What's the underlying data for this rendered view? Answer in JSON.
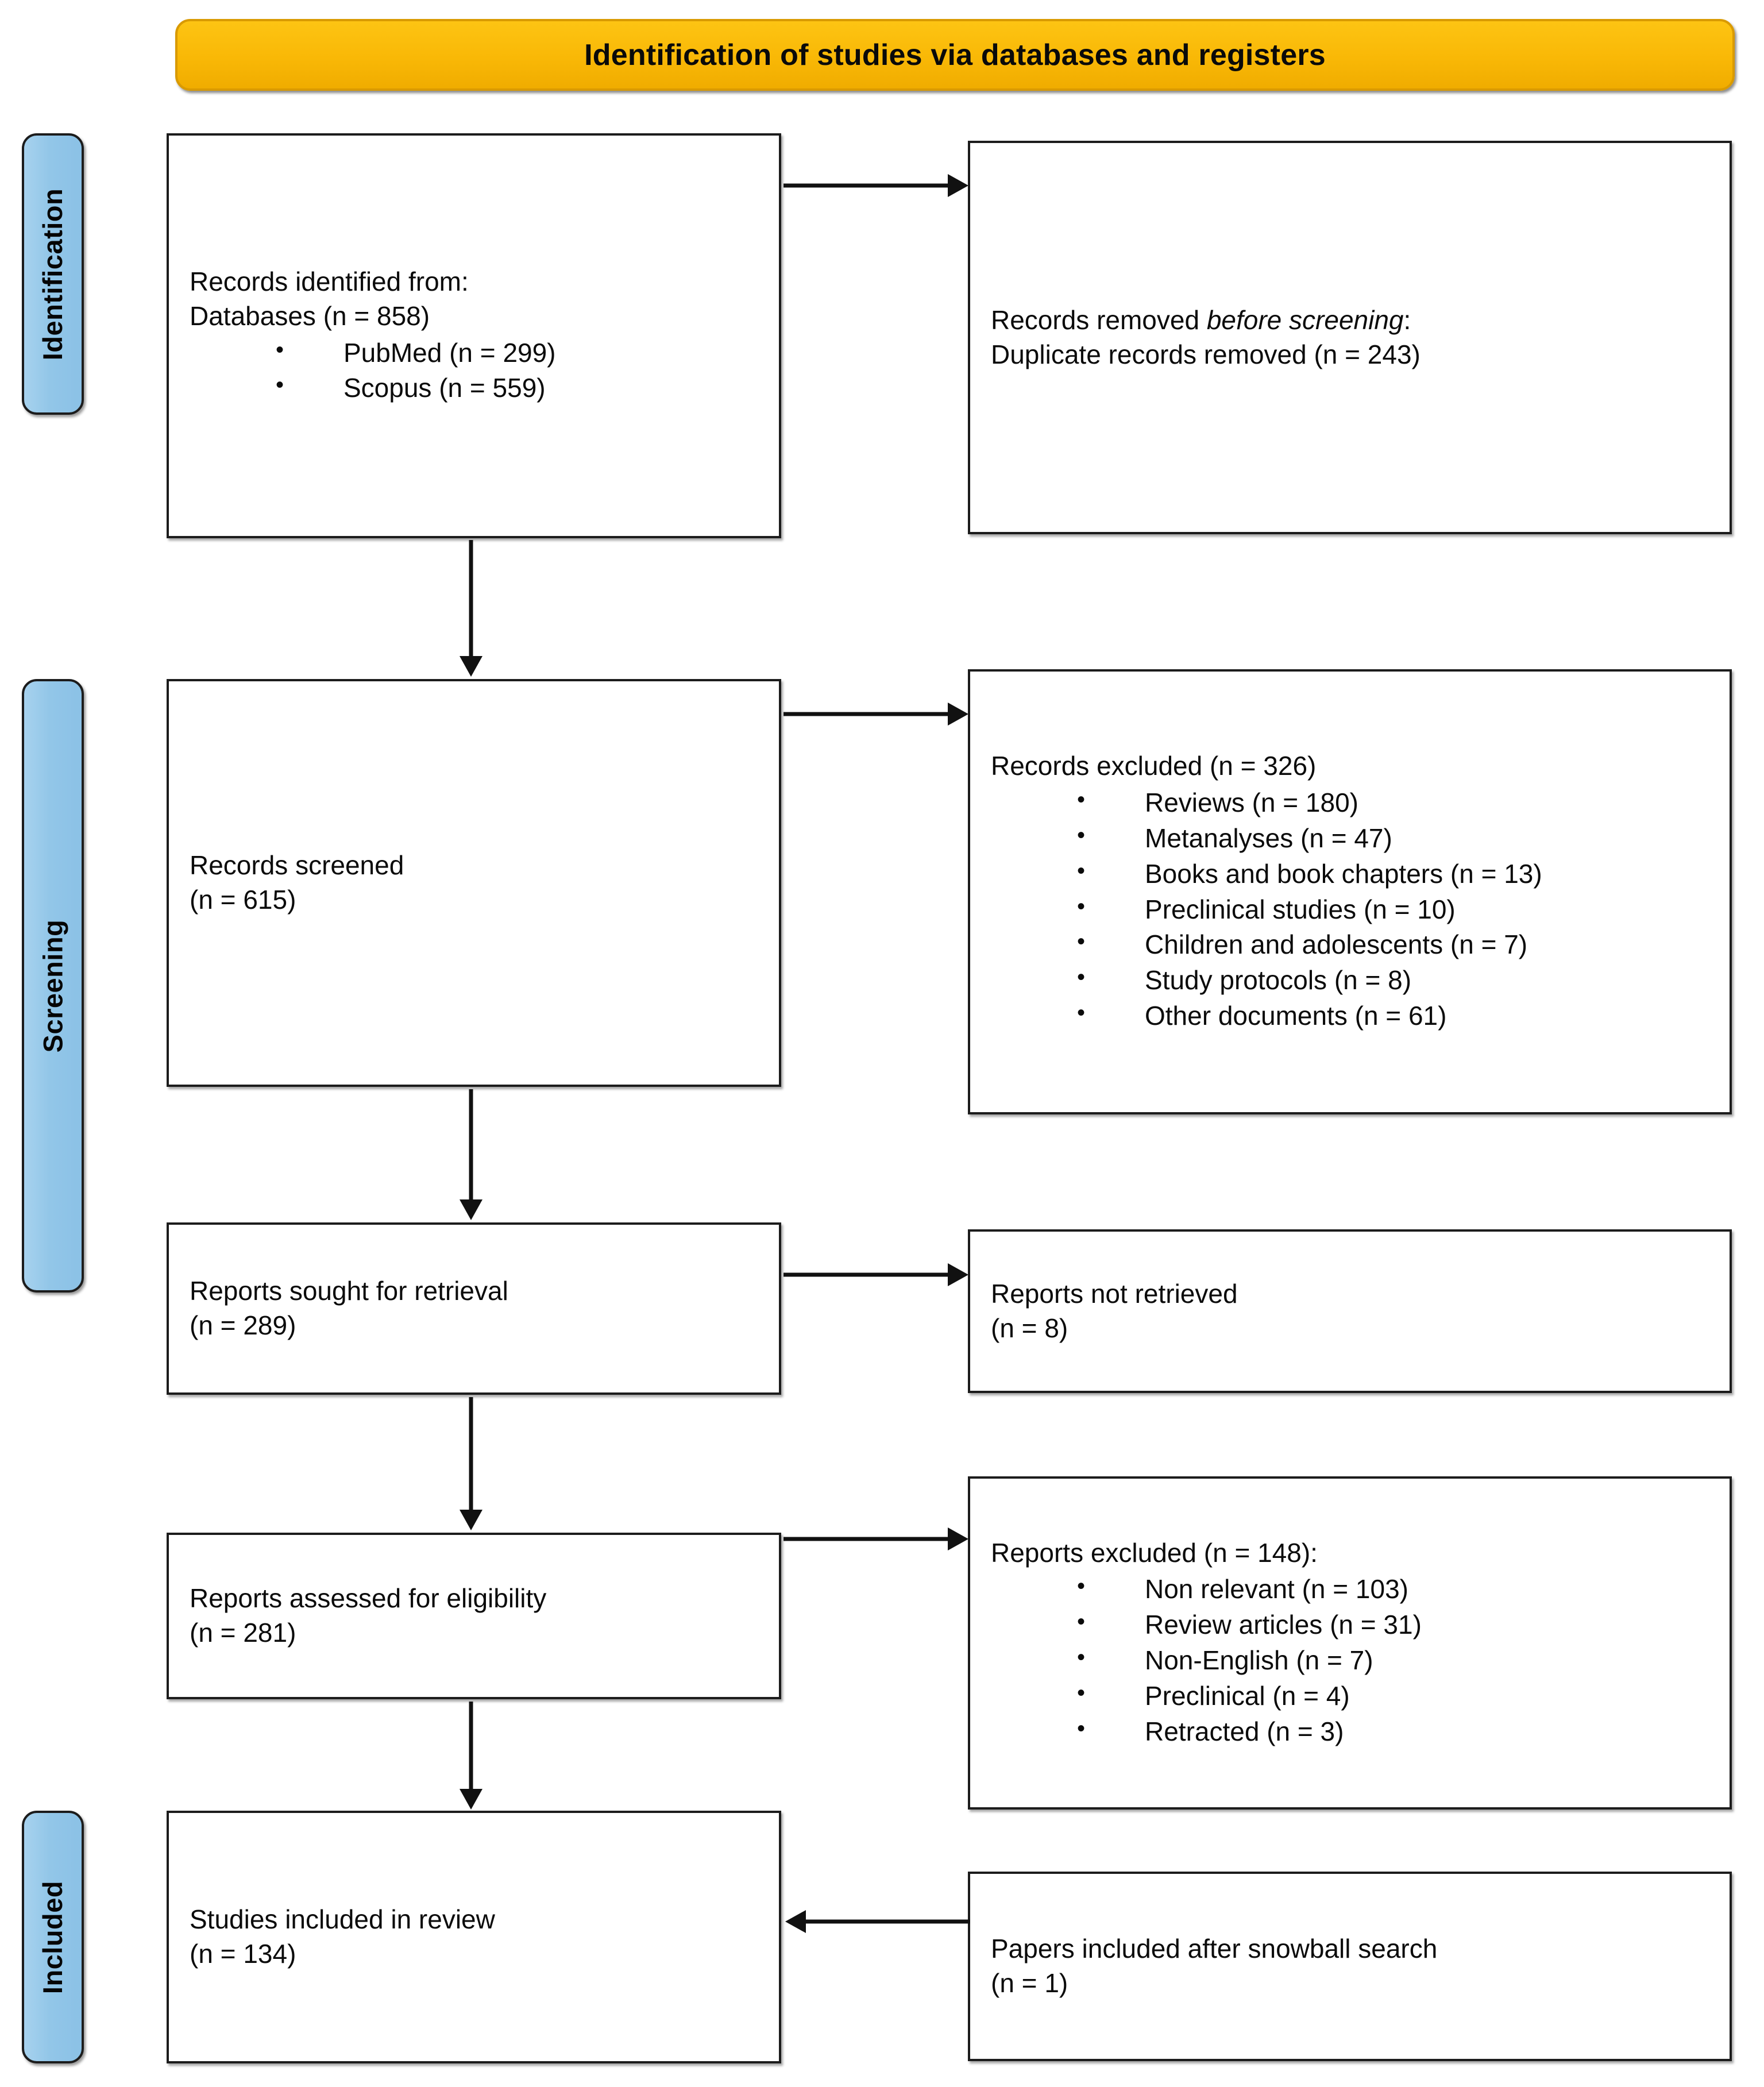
{
  "header": {
    "title": "Identification  of studies via databases and registers",
    "color": "#F9B806"
  },
  "rails": [
    {
      "id": "identification",
      "label": "Identification",
      "color": "#92C6E8"
    },
    {
      "id": "screening",
      "label": "Screening",
      "color": "#92C6E8"
    },
    {
      "id": "included",
      "label": "Included",
      "color": "#92C6E8"
    }
  ],
  "boxes": {
    "identified": {
      "line1": "Records identified from:",
      "line2": "Databases (n = 858)",
      "bullets": [
        "PubMed (n = 299)",
        "Scopus (n = 559)"
      ]
    },
    "removed": {
      "line1_pre": "Records removed ",
      "line1_italic": "before screening",
      "line1_post": ":",
      "line2": "Duplicate records removed (n = 243)"
    },
    "screened": {
      "line1": "Records screened",
      "line2": "(n = 615)"
    },
    "records_excluded": {
      "line1": "Records excluded (n = 326)",
      "bullets": [
        "Reviews (n = 180)",
        "Metanalyses (n = 47)",
        "Books and book chapters (n = 13)",
        "Preclinical studies (n = 10)",
        "Children and adolescents (n = 7)",
        "Study protocols (n = 8)",
        "Other documents (n = 61)"
      ]
    },
    "sought": {
      "line1": "Reports sought for retrieval",
      "line2": "(n = 289)"
    },
    "not_retrieved": {
      "line1": "Reports not retrieved",
      "line2": "(n = 8)"
    },
    "assessed": {
      "line1": "Reports assessed for eligibility",
      "line2": "(n = 281)"
    },
    "reports_excluded": {
      "line1": "Reports excluded (n = 148):",
      "bullets": [
        "Non relevant (n = 103)",
        "Review articles (n = 31)",
        "Non-English (n = 7)",
        "Preclinical (n = 4)",
        "Retracted  (n = 3)"
      ]
    },
    "included": {
      "line1": "Studies included in review",
      "line2": "(n = 134)"
    },
    "snowball": {
      "line1": "Papers included after snowball search",
      "line2": "(n = 1)"
    }
  },
  "chart_data": {
    "type": "diagram",
    "title": "PRISMA 2020 flow diagram",
    "stages": [
      "Identification",
      "Screening",
      "Included"
    ],
    "nodes": [
      {
        "id": "identified",
        "stage": "Identification",
        "label": "Records identified from: Databases",
        "n": 858,
        "children": [
          {
            "label": "PubMed",
            "n": 299
          },
          {
            "label": "Scopus",
            "n": 559
          }
        ]
      },
      {
        "id": "removed",
        "stage": "Identification",
        "label": "Records removed before screening: Duplicate records removed",
        "n": 243
      },
      {
        "id": "screened",
        "stage": "Screening",
        "label": "Records screened",
        "n": 615
      },
      {
        "id": "records_excluded",
        "stage": "Screening",
        "label": "Records excluded",
        "n": 326,
        "children": [
          {
            "label": "Reviews",
            "n": 180
          },
          {
            "label": "Metanalyses",
            "n": 47
          },
          {
            "label": "Books and book chapters",
            "n": 13
          },
          {
            "label": "Preclinical studies",
            "n": 10
          },
          {
            "label": "Children and adolescents",
            "n": 7
          },
          {
            "label": "Study protocols",
            "n": 8
          },
          {
            "label": "Other documents",
            "n": 61
          }
        ]
      },
      {
        "id": "sought",
        "stage": "Screening",
        "label": "Reports sought for retrieval",
        "n": 289
      },
      {
        "id": "not_retrieved",
        "stage": "Screening",
        "label": "Reports not retrieved",
        "n": 8
      },
      {
        "id": "assessed",
        "stage": "Screening",
        "label": "Reports assessed for eligibility",
        "n": 281
      },
      {
        "id": "reports_excluded",
        "stage": "Screening",
        "label": "Reports excluded",
        "n": 148,
        "children": [
          {
            "label": "Non relevant",
            "n": 103
          },
          {
            "label": "Review articles",
            "n": 31
          },
          {
            "label": "Non-English",
            "n": 7
          },
          {
            "label": "Preclinical",
            "n": 4
          },
          {
            "label": "Retracted",
            "n": 3
          }
        ]
      },
      {
        "id": "included",
        "stage": "Included",
        "label": "Studies included in review",
        "n": 134
      },
      {
        "id": "snowball",
        "stage": "Included",
        "label": "Papers included after snowball search",
        "n": 1
      }
    ],
    "edges": [
      {
        "from": "identified",
        "to": "removed",
        "dir": "right"
      },
      {
        "from": "identified",
        "to": "screened",
        "dir": "down"
      },
      {
        "from": "screened",
        "to": "records_excluded",
        "dir": "right"
      },
      {
        "from": "screened",
        "to": "sought",
        "dir": "down"
      },
      {
        "from": "sought",
        "to": "not_retrieved",
        "dir": "right"
      },
      {
        "from": "sought",
        "to": "assessed",
        "dir": "down"
      },
      {
        "from": "assessed",
        "to": "reports_excluded",
        "dir": "right"
      },
      {
        "from": "assessed",
        "to": "included",
        "dir": "down"
      },
      {
        "from": "snowball",
        "to": "included",
        "dir": "left"
      }
    ]
  }
}
